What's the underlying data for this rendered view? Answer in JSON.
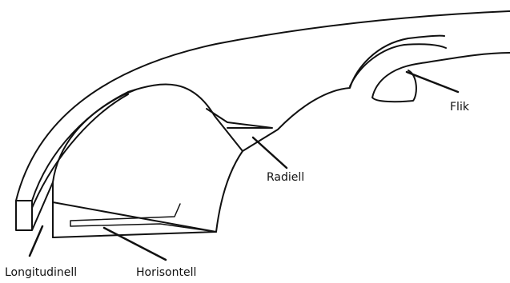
{
  "labels": {
    "flik": "Flik",
    "radiell": "Radiell",
    "longitudinell": "Longitudinell",
    "horisontell": "Horisontell"
  }
}
